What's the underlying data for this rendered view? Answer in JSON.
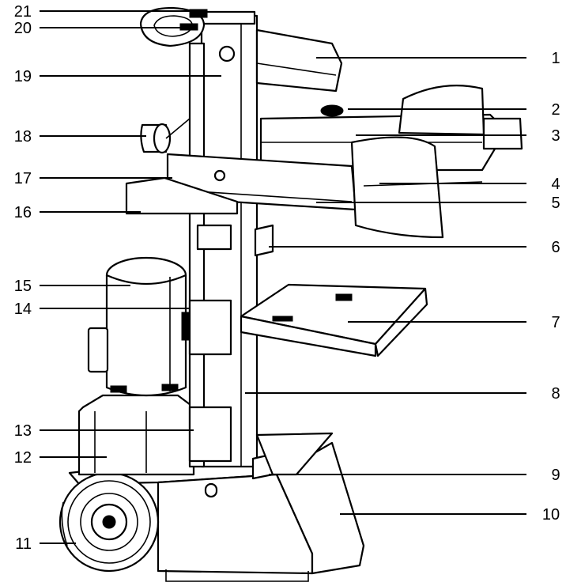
{
  "callouts": {
    "left": [
      "21",
      "20",
      "19",
      "18",
      "17",
      "16",
      "15",
      "14",
      "13",
      "12",
      "11"
    ],
    "right": [
      "1",
      "2",
      "3",
      "4",
      "5",
      "6",
      "7",
      "8",
      "9",
      "10"
    ]
  },
  "colors": {
    "line": "#000000",
    "background": "#ffffff"
  }
}
